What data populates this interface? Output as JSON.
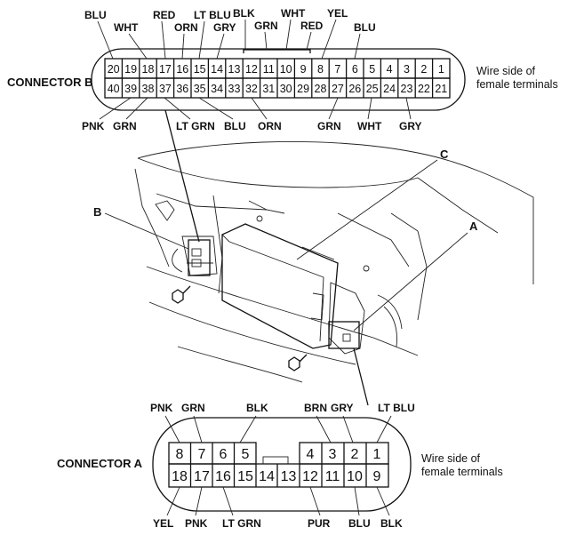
{
  "connector_b": {
    "title": "CONNECTOR B",
    "note_line1": "Wire side of",
    "note_line2": "female terminals",
    "top_pins": [
      "20",
      "19",
      "18",
      "17",
      "16",
      "15",
      "14",
      "13",
      "12",
      "11",
      "10",
      "9",
      "8",
      "7",
      "6",
      "5",
      "4",
      "3",
      "2",
      "1"
    ],
    "bottom_pins": [
      "40",
      "39",
      "38",
      "37",
      "36",
      "35",
      "34",
      "33",
      "32",
      "31",
      "30",
      "29",
      "28",
      "27",
      "26",
      "25",
      "24",
      "23",
      "22",
      "21"
    ],
    "top_wires": [
      "BLU",
      "WHT",
      "RED",
      "ORN",
      "LT BLU",
      "GRY",
      "BLK",
      "GRN",
      "WHT",
      "RED",
      "YEL",
      "BLU"
    ],
    "bottom_wires": [
      "PNK",
      "GRN",
      "LT GRN",
      "BLU",
      "ORN",
      "GRN",
      "WHT",
      "GRY"
    ]
  },
  "connector_a": {
    "title": "CONNECTOR A",
    "note_line1": "Wire side of",
    "note_line2": "female terminals",
    "top_pins": [
      "8",
      "7",
      "6",
      "5",
      "4",
      "3",
      "2",
      "1"
    ],
    "bottom_pins": [
      "18",
      "17",
      "16",
      "15",
      "14",
      "13",
      "12",
      "11",
      "10",
      "9"
    ],
    "top_wires": [
      "PNK",
      "GRN",
      "BLK",
      "BRN",
      "GRY",
      "LT BLU"
    ],
    "bottom_wires": [
      "YEL",
      "PNK",
      "LT GRN",
      "PUR",
      "BLU",
      "BLK"
    ]
  },
  "callouts": [
    "A",
    "B",
    "C"
  ]
}
